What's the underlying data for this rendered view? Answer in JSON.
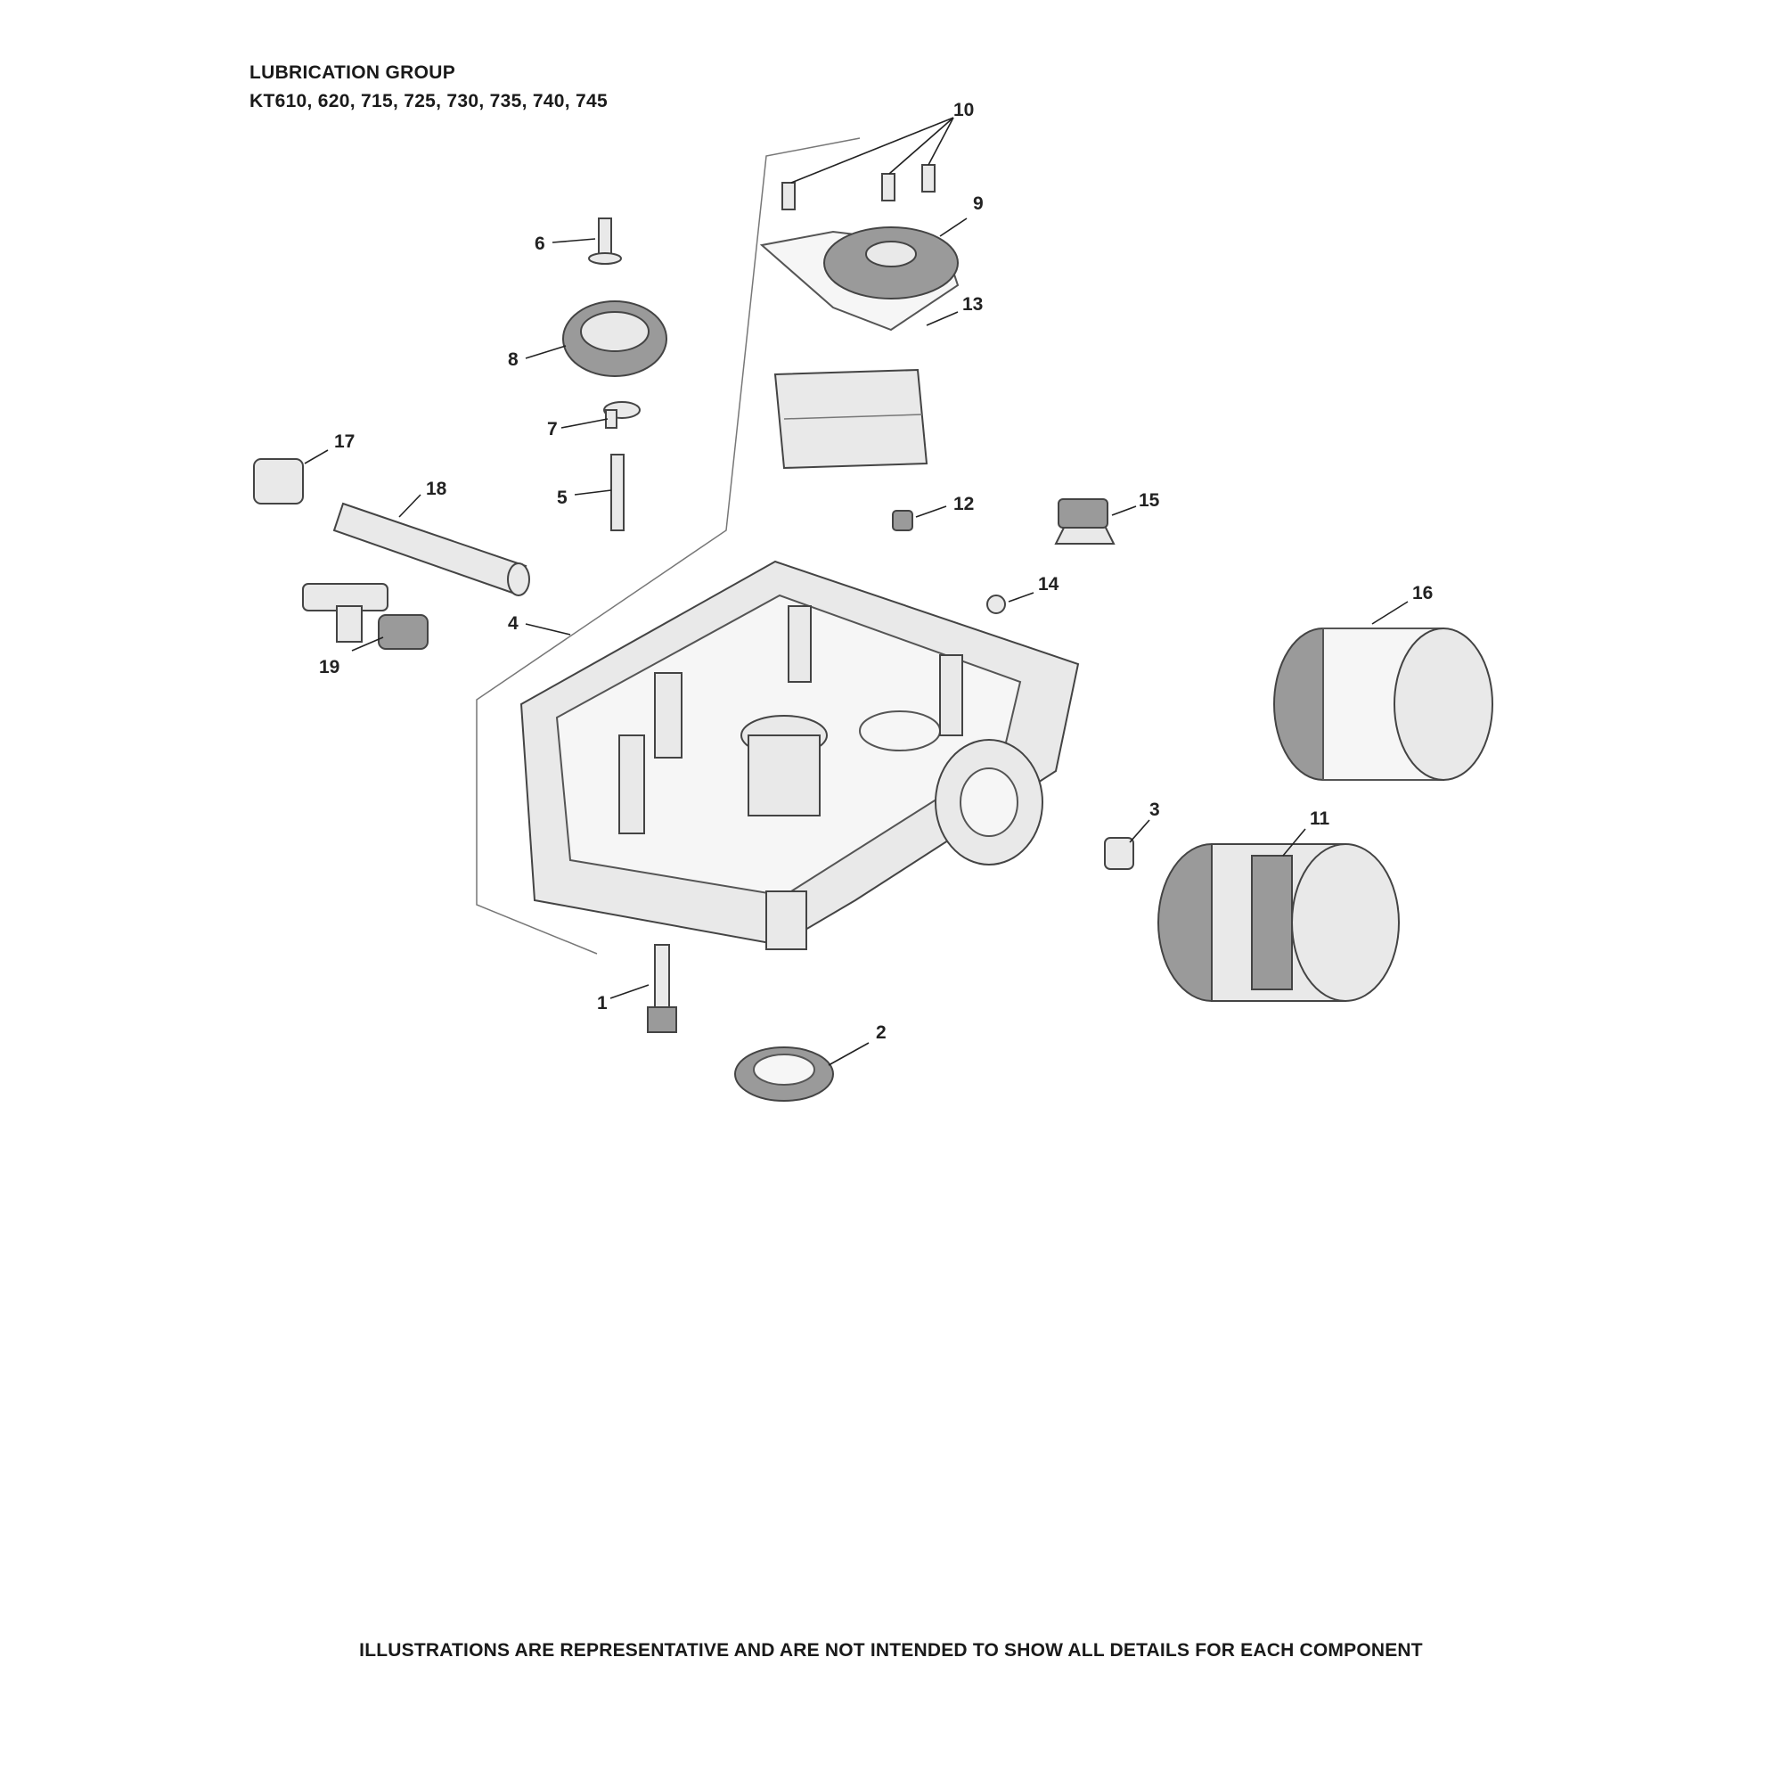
{
  "header": {
    "title": "LUBRICATION GROUP",
    "models": "KT610, 620, 715, 725, 730, 735, 740, 745"
  },
  "footer": {
    "note": "ILLUSTRATIONS ARE REPRESENTATIVE AND ARE NOT INTENDED TO SHOW ALL DETAILS FOR EACH COMPONENT"
  },
  "callouts": {
    "c1": "1",
    "c2": "2",
    "c3": "3",
    "c4": "4",
    "c5": "5",
    "c6": "6",
    "c7": "7",
    "c8": "8",
    "c9": "9",
    "c10": "10",
    "c11": "11",
    "c12": "12",
    "c13": "13",
    "c14": "14",
    "c15": "15",
    "c16": "16",
    "c17": "17",
    "c18": "18",
    "c19": "19"
  }
}
